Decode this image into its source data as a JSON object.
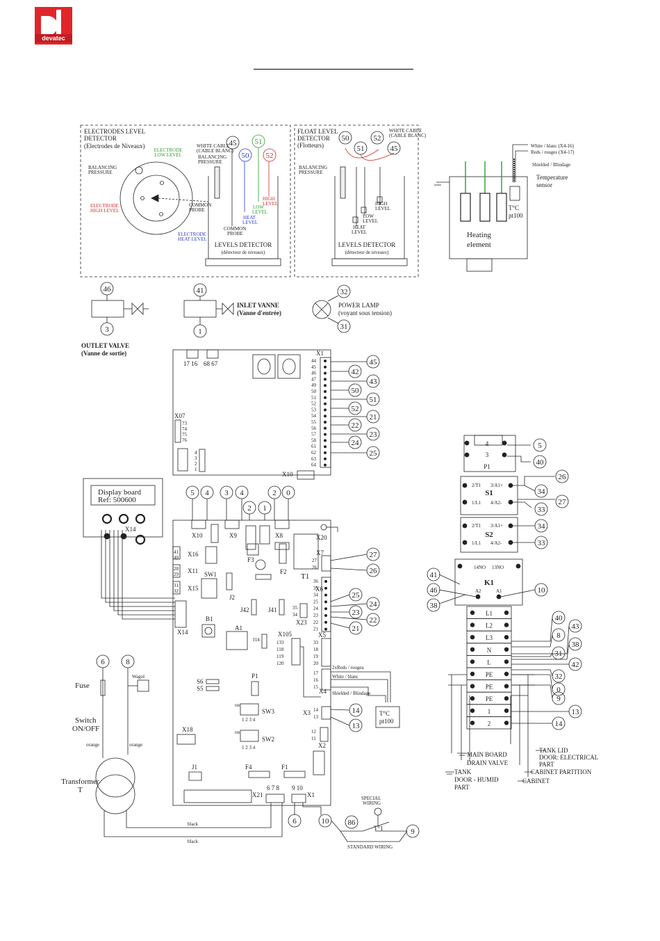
{
  "brand": {
    "logo_text": "devatec"
  },
  "electrodes": {
    "title": [
      "ELECTRODES LEVEL",
      "DETECTOR",
      "(Electrodes de Niveaux)"
    ],
    "high_green": [
      "ELECTRODE",
      "LOW LEVEL"
    ],
    "balancing": [
      "BALANCING",
      "PRESSURE"
    ],
    "high_red": [
      "ELECTRODE",
      "HIGH LEVEL"
    ],
    "common": [
      "COMMON",
      "PROBE"
    ],
    "heat": [
      "ELECTRODE",
      "HEAT LEVEL"
    ],
    "white_cable": [
      "WHITE CABLE",
      "(CABLE BLANC)"
    ],
    "balancing2": [
      "BALANCING",
      "PRESSURE"
    ],
    "common2": [
      "COMMON",
      "PROBE"
    ],
    "heat_level": [
      "HEAT",
      "LEVEL"
    ],
    "low_level": [
      "LOW",
      "LEVEL"
    ],
    "high_level": [
      "HIGH",
      "LEVEL"
    ],
    "box_label": "LEVELS DETECTOR",
    "box_sub": "(détecteur de niveaux)",
    "nums": [
      "45",
      "50",
      "51",
      "52"
    ]
  },
  "float": {
    "title": [
      "FLOAT LEVEL",
      "DETECTOR",
      "(Flotteurs)"
    ],
    "white_cable": [
      "WHITE CABLE",
      "(CABLE BLANC)"
    ],
    "balancing": [
      "BALANCING",
      "PRESSURE"
    ],
    "high": [
      "HIGH",
      "LEVEL"
    ],
    "low": [
      "LOW",
      "LEVEL"
    ],
    "heat": [
      "HEAT",
      "LEVEL"
    ],
    "box_label": "LEVELS DETECTOR",
    "box_sub": "(détecteur de niveaux)",
    "nums": [
      "50",
      "51",
      "52",
      "45"
    ]
  },
  "heating": {
    "white": "White / blanc (X4-16)",
    "reds": "Reds / rouges (X4-17)",
    "shield": "Shielded / Blindage",
    "temp": [
      "Temperature",
      "sensor"
    ],
    "tc": [
      "T°C",
      "pt100"
    ],
    "element": [
      "Heating",
      "element"
    ]
  },
  "valves": {
    "outlet_top": "46",
    "outlet_bot": "3",
    "outlet_label": "OUTLET VALVE",
    "outlet_sub": "(Vanne de sortie)",
    "inlet_top": "41",
    "inlet_bot": "1",
    "inlet_label": "INLET VANNE",
    "inlet_sub": "(Vanne d'entrée)",
    "lamp_top": "32",
    "lamp_bot": "31",
    "lamp_label": "POWER LAMP",
    "lamp_sub": "(voyant sous tension)"
  },
  "board_top": {
    "pins_top": "17 16",
    "pins_top2": "68 67",
    "x1": "X1",
    "x07": "X07",
    "x07_pins": [
      "73",
      "74",
      "75",
      "76"
    ],
    "x10": "X10",
    "small_pins": [
      "4",
      "3",
      "2",
      "1"
    ],
    "term_pins": [
      "44",
      "45",
      "46",
      "47",
      "49",
      "50",
      "51",
      "52",
      "53",
      "54",
      "55",
      "56",
      "57",
      "58",
      "61",
      "62",
      "63",
      "64"
    ],
    "callouts": [
      "45",
      "42",
      "43",
      "50",
      "51",
      "52",
      "21",
      "22",
      "23",
      "24",
      "25"
    ]
  },
  "display": {
    "line1": "Display board",
    "line2": "Ref: 500600",
    "x14": "X14"
  },
  "board_main": {
    "top_callouts": [
      "5",
      "4",
      "3",
      "4",
      "2",
      "0",
      "2",
      "1"
    ],
    "x10": "X10",
    "x9": "X9",
    "x8": "X8",
    "x20": "X20",
    "x7": "X7",
    "x16": "X16",
    "x11": "X11",
    "x15": "X15",
    "x14": "X14",
    "x16_pins": [
      "41",
      "40"
    ],
    "x11_pins": [
      "28",
      "29"
    ],
    "x15_pins": [
      "31",
      "32"
    ],
    "f3": "F3",
    "f2": "F2",
    "t1": "T1",
    "sw1": "SW1",
    "j2": "J2",
    "x6": "X6",
    "x23": "X23",
    "j42": "J42",
    "j41": "J41",
    "b1": "B1",
    "a1": "A1",
    "j14": "J14",
    "x105": "X105",
    "x5": "X5",
    "x105_pins": [
      "133",
      "118",
      "119",
      "120"
    ],
    "x5_pins": [
      "33",
      "18",
      "19",
      "20"
    ],
    "x7_pins": [
      "27",
      "26"
    ],
    "x6_pins": [
      "36",
      "35",
      "34",
      "25",
      "24",
      "23",
      "22",
      "21"
    ],
    "x23_pins": [
      "35",
      "34"
    ],
    "x4": "X4",
    "x4_pins": [
      "17",
      "16",
      "15"
    ],
    "x4_reds": "2xReds / rougea",
    "x4_white": "White / blanc",
    "x4_shield": "Shielded / Blindage",
    "tc": [
      "T°C",
      "pt100"
    ],
    "s6": "S6",
    "s5": "S5",
    "p1": "P1",
    "sw3": "SW3",
    "sw2": "SW2",
    "sw_on": "on",
    "sw_nums": "1 2 3 4",
    "x3": "X3",
    "x3_pins": [
      "14",
      "13"
    ],
    "x2": "X2",
    "x2_pins": [
      "12",
      "11"
    ],
    "x18": "X18",
    "j1": "J1",
    "f4": "F4",
    "f1": "F1",
    "x21": "X21",
    "x21_pins": "6 7 8",
    "x1": "X1",
    "x1_pins": "9 10",
    "right_callouts": [
      "27",
      "26",
      "25",
      "24",
      "23",
      "22",
      "21",
      "14",
      "13"
    ]
  },
  "power": {
    "c6": "6",
    "c8": "8",
    "fuse": "Fuse",
    "wagol": "Wagol",
    "switch": [
      "Switch",
      "ON/OFF"
    ],
    "orange": "orange",
    "transformer": [
      "Transformer",
      "T"
    ],
    "black": "black",
    "bottom_callouts": [
      "6",
      "10",
      "86",
      "9"
    ],
    "special": [
      "SPECIAL",
      "WIRING"
    ],
    "t1": "T°1",
    "standard": "STANDARD WIRING"
  },
  "right": {
    "p1_pins": [
      "4",
      "3"
    ],
    "p1": "P1",
    "p1_callouts": [
      "5",
      "40"
    ],
    "s1": "S1",
    "s2": "S2",
    "s_labels": [
      "2/T1",
      "3/A1+",
      "1/L1",
      "4/A2-"
    ],
    "s1_callouts": [
      "26",
      "34",
      "27",
      "33"
    ],
    "s2_callouts": [
      "34",
      "33"
    ],
    "k1": "K1",
    "k1_top": [
      "14NO",
      "13NO"
    ],
    "k1_a": [
      "A2",
      "A1"
    ],
    "k1_callouts": [
      "41",
      "46",
      "38",
      "10"
    ],
    "terminals": [
      "L1",
      "L2",
      "L3",
      "N",
      "L",
      "PE",
      "PE",
      "PE",
      "1",
      "2"
    ],
    "term_callouts": [
      "40",
      "43",
      "8",
      "38",
      "31",
      "42",
      "32",
      "0",
      "9",
      "13",
      "14"
    ],
    "grounds": [
      "MAIN BOARD",
      "DRAIN VALVE",
      "TANK",
      "DOOR - HUMID",
      "PART",
      "TANK LID",
      "DOOR: ELECTRICAL",
      "PART",
      "CABINET PARTITION",
      "CABINET"
    ]
  }
}
